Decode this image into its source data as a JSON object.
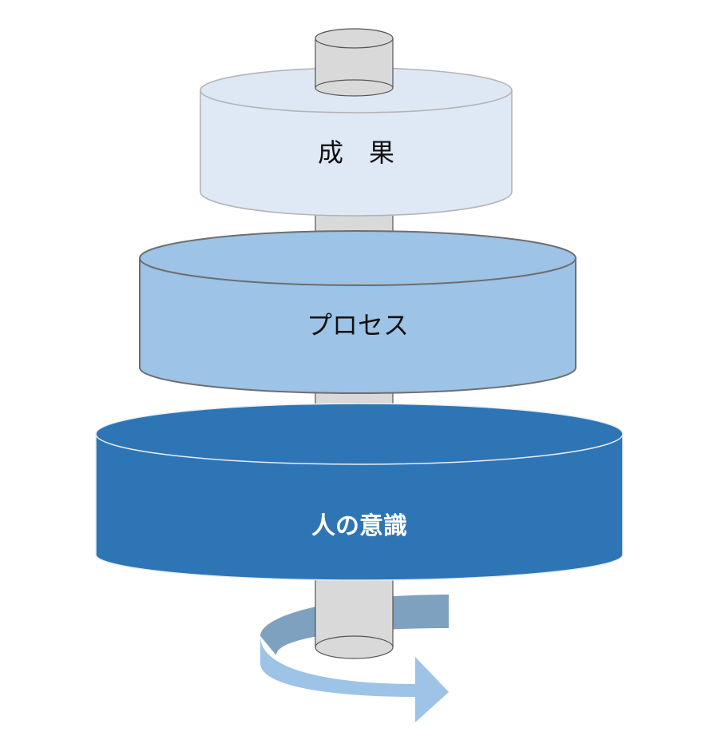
{
  "layers": [
    {
      "id": "top",
      "label": "成　果",
      "fill": "#dee8f5",
      "side": "#dfe9f6",
      "stroke": "#b4b4b4",
      "text_color": "#111111",
      "bold": false
    },
    {
      "id": "middle",
      "label": "プロセス",
      "fill": "#9dc3e6",
      "side": "#9dc3e6",
      "stroke": "#6e6e6e",
      "text_color": "#111111",
      "bold": false
    },
    {
      "id": "bottom",
      "label": "人の意識",
      "fill": "#2e75b6",
      "side": "#2e75b6",
      "stroke": "#e8eef6",
      "text_color": "#ffffff",
      "bold": true
    }
  ],
  "shaft": {
    "fill": "#d9d9d9",
    "stroke": "#555555"
  },
  "rotation_arrow": {
    "back_color": "#7fa1c0",
    "front_color": "#9dc3e6",
    "direction": "counter-clockwise"
  }
}
